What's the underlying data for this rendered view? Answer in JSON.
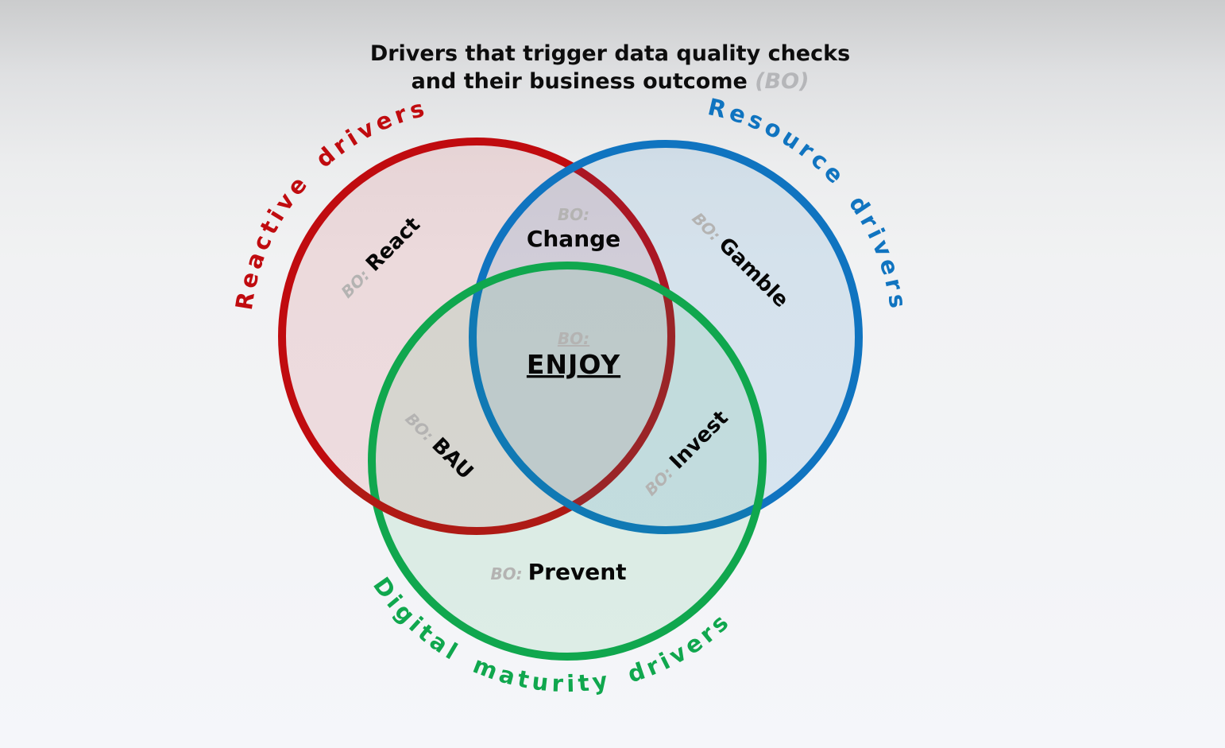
{
  "title": {
    "line1": "Drivers that trigger data quality checks",
    "line2": "and their business outcome",
    "line2_suffix": " (BO)"
  },
  "circles": {
    "reactive": {
      "label": "Reactive drivers"
    },
    "resource": {
      "label": "Resource drivers"
    },
    "digital": {
      "label": "Digital maturity drivers"
    }
  },
  "regions": {
    "react": {
      "bo": "BO: ",
      "outcome": "React"
    },
    "change": {
      "bo": "BO:",
      "outcome": "Change"
    },
    "gamble": {
      "bo": "BO: ",
      "outcome": "Gamble"
    },
    "bau": {
      "bo": "BO: ",
      "outcome": "BAU"
    },
    "enjoy": {
      "bo": "BO:",
      "outcome": "ENJOY"
    },
    "invest": {
      "bo": "BO: ",
      "outcome": "Invest"
    },
    "prevent": {
      "bo": "BO: ",
      "outcome": "Prevent"
    }
  },
  "colors": {
    "reactive": "#c00b0f",
    "reactive_tinted": "#b01a15",
    "resource": "#1074c0",
    "digital": "#10a74e",
    "bo_gray": "#b4b3b2",
    "text": "#0d0d0d"
  }
}
